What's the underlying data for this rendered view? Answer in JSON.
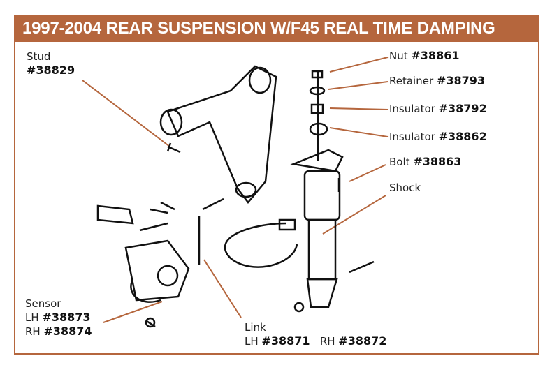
{
  "title": "1997-2004 REAR SUSPENSION W/F45 REAL TIME DAMPING",
  "accent_color": "#b5663d",
  "parts": {
    "stud": {
      "name": "Stud",
      "number": "#38829"
    },
    "nut": {
      "name": "Nut",
      "number": "#38861"
    },
    "retainer": {
      "name": "Retainer",
      "number": "#38793"
    },
    "insulator1": {
      "name": "Insulator",
      "number": "#38792"
    },
    "insulator2": {
      "name": "Insulator",
      "number": "#38862"
    },
    "bolt": {
      "name": "Bolt",
      "number": "#38863"
    },
    "shock": {
      "name": "Shock"
    },
    "sensor": {
      "name": "Sensor",
      "lh": "LH",
      "lh_number": "#38873",
      "rh": "RH",
      "rh_number": "#38874"
    },
    "link": {
      "name": "Link",
      "lh": "LH",
      "lh_number": "#38871",
      "rh": "RH",
      "rh_number": "#38872"
    }
  }
}
